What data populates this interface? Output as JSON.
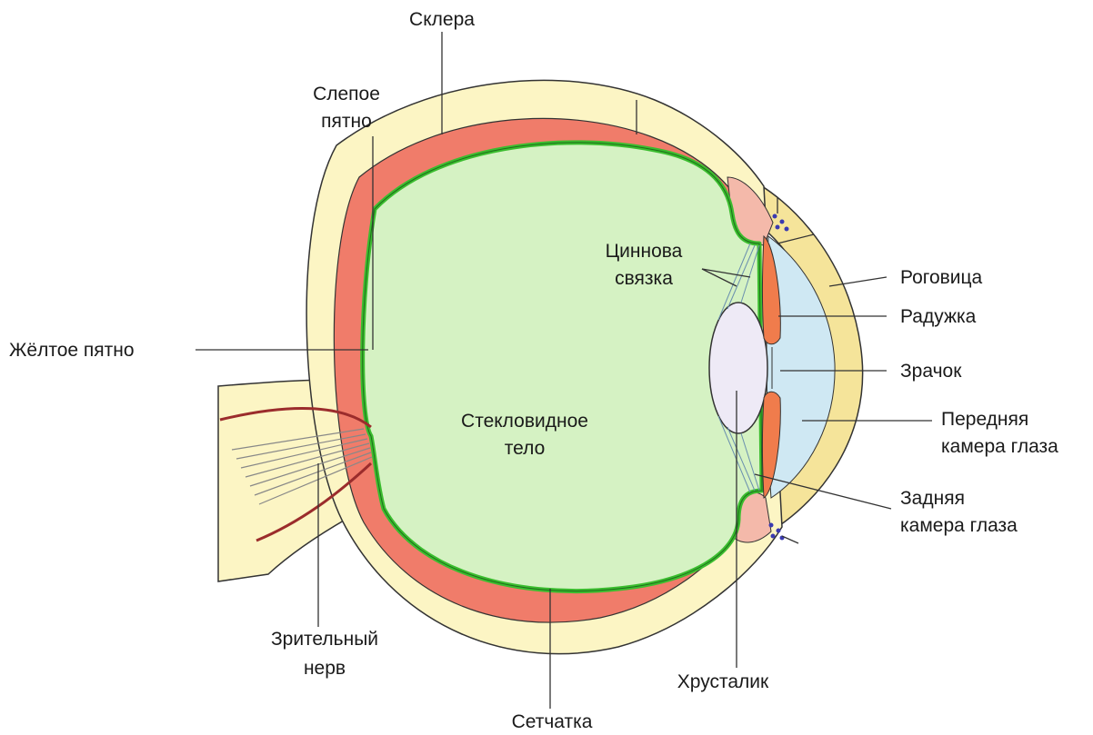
{
  "labels": {
    "sclera": "Склера",
    "blind_spot_1": "Слепое",
    "blind_spot_2": "пятно",
    "zinn_1": "Циннова",
    "zinn_2": "связка",
    "cornea": "Роговица",
    "iris": "Радужка",
    "pupil": "Зрачок",
    "anterior_1": "Передняя",
    "anterior_2": "камера глаза",
    "posterior_1": "Задняя",
    "posterior_2": "камера глаза",
    "macula": "Жёлтое пятно",
    "vitreous_1": "Стекловидное",
    "vitreous_2": "тело",
    "optic_1": "Зрительный",
    "optic_2": "нерв",
    "lens": "Хрусталик",
    "retina": "Сетчатка"
  },
  "colors": {
    "sclera": "#fcf5c4",
    "cornea": "#f5e49a",
    "choroid": "#f07c6a",
    "retina": "#3bbd2f",
    "vitreous": "#d5f2c3",
    "anterior_chamber": "#cfe8f3",
    "lens": "#eeeaf6",
    "ciliary": "#f4b9aa",
    "iris": "#f07c4c",
    "canal_dots": "#3a3ab0",
    "outline": "#333333"
  }
}
